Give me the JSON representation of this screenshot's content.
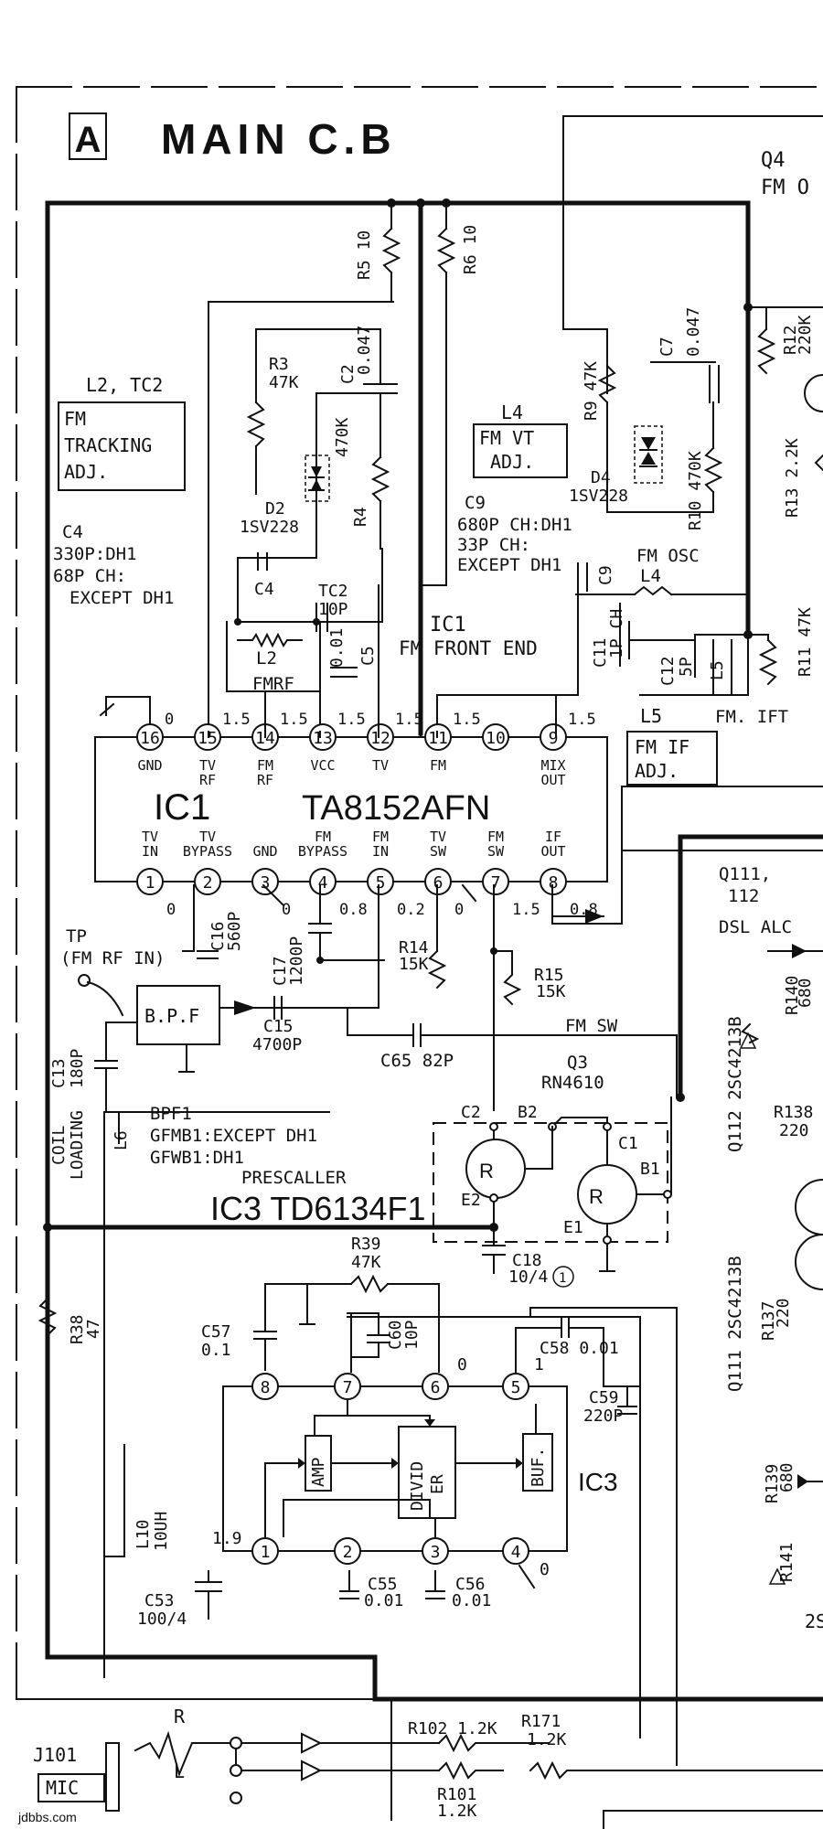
{
  "board_tag": "A",
  "board_title": "MAIN C.B",
  "q4_label": "Q4",
  "q4_sub": "FM O",
  "ic1": {
    "ref": "IC1",
    "name": "TA8152AFN",
    "title": "IC1",
    "subtitle": "FM FRONT END",
    "top_pins": [
      {
        "n": "16",
        "label": [
          "GND",
          ""
        ],
        "v": "0"
      },
      {
        "n": "15",
        "label": [
          "TV",
          "RF"
        ],
        "v": "1.5"
      },
      {
        "n": "14",
        "label": [
          "FM",
          "RF"
        ],
        "v": "1.5"
      },
      {
        "n": "13",
        "label": [
          "VCC",
          ""
        ],
        "v": "1.5"
      },
      {
        "n": "12",
        "label": [
          "TV",
          ""
        ],
        "v": "1.5"
      },
      {
        "n": "11",
        "label": [
          "FM",
          ""
        ],
        "v": "1.5"
      },
      {
        "n": "10",
        "label": [
          "",
          ""
        ],
        "v": ""
      },
      {
        "n": "9",
        "label": [
          "MIX",
          "OUT"
        ],
        "v": "1.5"
      }
    ],
    "bottom_pins": [
      {
        "n": "1",
        "label": [
          "TV",
          "IN"
        ],
        "v": "0"
      },
      {
        "n": "2",
        "label": [
          "TV",
          "BYPASS"
        ],
        "v": ""
      },
      {
        "n": "3",
        "label": [
          "",
          "GND"
        ],
        "v": "0"
      },
      {
        "n": "4",
        "label": [
          "FM",
          "BYPASS"
        ],
        "v": "0.8"
      },
      {
        "n": "5",
        "label": [
          "FM",
          "IN"
        ],
        "v": "0.2"
      },
      {
        "n": "6",
        "label": [
          "TV",
          "SW"
        ],
        "v": "0"
      },
      {
        "n": "7",
        "label": [
          "FM",
          "SW"
        ],
        "v": "1.5"
      },
      {
        "n": "8",
        "label": [
          "IF",
          "OUT"
        ],
        "v": "0.8"
      }
    ]
  },
  "ic3": {
    "ref": "IC3",
    "title": "IC3 TD6134F1",
    "prescaler": "PRESCALLER",
    "pins": [
      "8",
      "7",
      "6",
      "5",
      "1",
      "2",
      "3",
      "4"
    ],
    "pin6_v": "0",
    "pin5_v": "1",
    "pin1_v": "1.9",
    "pin4_v": "0",
    "blocks": {
      "amp": "AMP",
      "divider": [
        "DIVID",
        "ER"
      ],
      "buf": "BUF."
    }
  },
  "adjust_boxes": [
    {
      "id": "fm-tracking",
      "lines": [
        "FM",
        "TRACKING",
        "ADJ."
      ],
      "ref": "L2, TC2"
    },
    {
      "id": "fm-vt",
      "lines": [
        "FM VT",
        "ADJ."
      ],
      "ref": "L4"
    },
    {
      "id": "fm-if",
      "lines": [
        "FM IF",
        "ADJ."
      ],
      "ref": "L5"
    }
  ],
  "components": {
    "R5": "R5 10",
    "R6": "R6 10",
    "R3": [
      "R3",
      "47K"
    ],
    "C2": [
      "C2",
      "0.047"
    ],
    "D2": [
      "D2",
      "1SV228"
    ],
    "R4": [
      "R4",
      "470K"
    ],
    "C4_note": [
      "C4",
      "330P:DH1",
      "68P CH:",
      "EXCEPT DH1"
    ],
    "C4": "C4",
    "TC2": [
      "TC2",
      "10P"
    ],
    "L2": "L2",
    "FMRF": "FMRF",
    "C5": [
      "0.01",
      "C5"
    ],
    "R9": [
      "R9 47K"
    ],
    "C7": [
      "C7",
      "0.047"
    ],
    "D4": [
      "D4",
      "1SV228"
    ],
    "R10": [
      "R10 470K"
    ],
    "C9_note": [
      "C9",
      "680P CH:DH1",
      "33P CH:",
      "EXCEPT DH1"
    ],
    "C9": "C9",
    "FM_OSC": "FM OSC",
    "L4": "L4",
    "C11": [
      "C11",
      "1P CH"
    ],
    "C12": [
      "C12",
      "5P"
    ],
    "L5": "L5",
    "R11": "R11 47K",
    "FM_IFT": "FM. IFT",
    "R12": [
      "R12",
      "220K"
    ],
    "R13": "R13 2.2K",
    "C16": [
      "C16",
      "560P"
    ],
    "C17": [
      "C17",
      "1200P"
    ],
    "R14": [
      "R14",
      "15K"
    ],
    "R15": [
      "R15",
      "15K"
    ],
    "TP": [
      "TP",
      "(FM RF IN)"
    ],
    "BPF": "B.P.F",
    "C15": [
      "C15",
      "4700P"
    ],
    "C65": "C65 82P",
    "FM_SW": "FM SW",
    "Q3": [
      "Q3",
      "RN4610"
    ],
    "C13": [
      "C13",
      "180P"
    ],
    "L6": "L6",
    "COIL": [
      "COIL",
      "LOADING"
    ],
    "BPF1": [
      "BPF1",
      "GFMB1:EXCEPT DH1",
      "GFWB1:DH1"
    ],
    "R38": [
      "R38",
      "47"
    ],
    "C2t": "C2",
    "B2": "B2",
    "C1": "C1",
    "B1": "B1",
    "E2": "E2",
    "E1": "E1",
    "C18": [
      "C18",
      "10/4"
    ],
    "C18_num": "1",
    "R39": [
      "R39",
      "47K"
    ],
    "C57": [
      "C57",
      "0.1"
    ],
    "C60": [
      "C60",
      "10P"
    ],
    "C58": "C58 0.01",
    "C59": [
      "C59",
      "220P"
    ],
    "L10": [
      "L10",
      "10UH"
    ],
    "C53": [
      "C53",
      "100/4"
    ],
    "C55": [
      "C55",
      "0.01"
    ],
    "C56": [
      "C56",
      "0.01"
    ],
    "Q111": [
      "Q111,",
      "112"
    ],
    "DSL": "DSL ALC",
    "R140": [
      "R140",
      "680"
    ],
    "Q112": "Q112 2SC4213B",
    "R138": [
      "R138",
      "220"
    ],
    "Q111b": "Q111 2SC4213B",
    "R137": [
      "R137",
      "220"
    ],
    "R139": [
      "R139",
      "680"
    ],
    "R141": "R141",
    "R_label": "R",
    "L_label": "L",
    "J101": "J101",
    "MIC": "MIC",
    "R102": "R102 1.2K",
    "R171": [
      "R171",
      "1.2K"
    ],
    "R101": [
      "R101",
      "1.2K"
    ],
    "right_2s": "2S"
  },
  "watermark": "jdbbs.com"
}
